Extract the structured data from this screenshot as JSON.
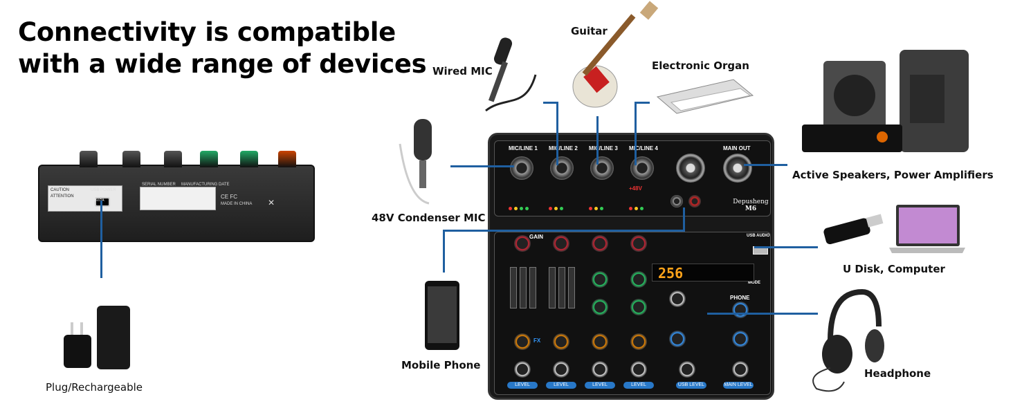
{
  "headline": {
    "line1": "Connectivity is compatible",
    "line2": "with a wide range of devices"
  },
  "devices": {
    "wired_mic": "Wired MIC",
    "guitar": "Guitar",
    "electronic_organ": "Electronic Organ",
    "condenser_mic": "48V Condenser MIC",
    "speakers": "Active Speakers, Power Amplifiers",
    "udisk": "U Disk, Computer",
    "mobile": "Mobile Phone",
    "headphone": "Headphone",
    "plug": "Plug/Rechargeable"
  },
  "mixer": {
    "brand": "Depusheng",
    "model": "M6",
    "display": "256",
    "channels": [
      "MIC/LINE 1",
      "MIC/LINE 2",
      "MIC/LINE 3",
      "MIC/LINE 4"
    ],
    "main_out": "MAIN OUT",
    "level": "LEVEL",
    "usb_level": "USB LEVEL",
    "main_level": "MAIN LEVEL",
    "phone": "PHONE",
    "usb_audio": "USB AUDIO",
    "phantom": "+48V",
    "gain": "GAIN",
    "fx": "FX",
    "mode": "MODE"
  },
  "rear_panel": {
    "usb_power": "USB POWER",
    "port": "5V/2A",
    "caution": "CAUTION",
    "attention": "ATTENTION",
    "serial_number": "SERIAL NUMBER",
    "manufacturing_date": "MANUFACTURING DATE",
    "made_in": "MADE IN CHINA",
    "cert": "CE FC"
  },
  "colors": {
    "wire": "#1f5fa0",
    "display": "#ffa31a",
    "accent": "#2878c8"
  }
}
